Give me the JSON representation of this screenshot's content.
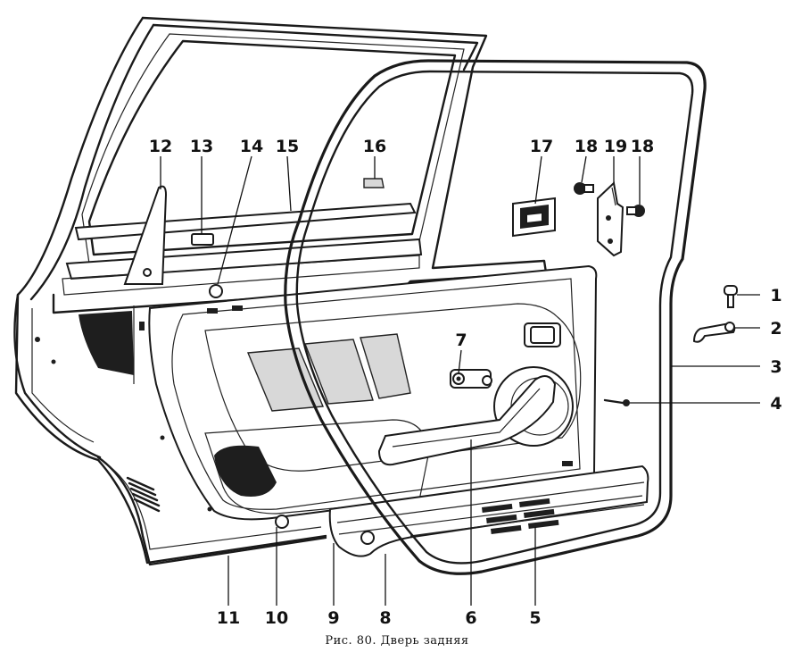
{
  "caption": "Рис. 80. Дверь задняя",
  "callouts": [
    {
      "id": "1",
      "label": "1"
    },
    {
      "id": "2",
      "label": "2"
    },
    {
      "id": "3",
      "label": "3"
    },
    {
      "id": "4",
      "label": "4"
    },
    {
      "id": "5",
      "label": "5"
    },
    {
      "id": "6",
      "label": "6"
    },
    {
      "id": "7",
      "label": "7"
    },
    {
      "id": "8",
      "label": "8"
    },
    {
      "id": "9",
      "label": "9"
    },
    {
      "id": "10",
      "label": "10"
    },
    {
      "id": "11",
      "label": "11"
    },
    {
      "id": "12",
      "label": "12"
    },
    {
      "id": "13",
      "label": "13"
    },
    {
      "id": "14",
      "label": "14"
    },
    {
      "id": "15",
      "label": "15"
    },
    {
      "id": "16",
      "label": "16"
    },
    {
      "id": "17",
      "label": "17"
    },
    {
      "id": "18a",
      "label": "18"
    },
    {
      "id": "19",
      "label": "19"
    },
    {
      "id": "18b",
      "label": "18"
    }
  ]
}
